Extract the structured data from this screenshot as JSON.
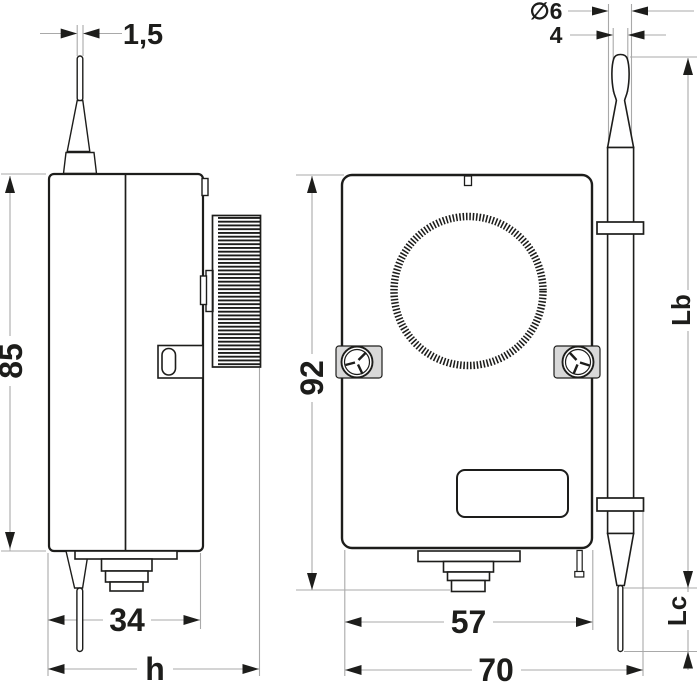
{
  "figure": {
    "type": "technical-dimension-drawing",
    "subject": "surface thermostat with capillary sensor bulb",
    "views": [
      "side-view",
      "front-view"
    ]
  },
  "colors": {
    "outline": "#1d1d1b",
    "dimension_line": "#a9a9a9",
    "background": "#ffffff",
    "screw_tab": "#d8d8d8"
  },
  "dimensions": {
    "capillary_tip_width": "1,5",
    "sensor_tube_diameter": "∅6",
    "sensor_bulb_diameter": "4",
    "side_body_height": "85",
    "side_body_depth": "34",
    "side_total_depth": "h",
    "front_body_height": "92",
    "front_body_width": "57",
    "front_total_width": "70",
    "sensor_length_label": "Lb",
    "capillary_length_label": "Lc"
  }
}
